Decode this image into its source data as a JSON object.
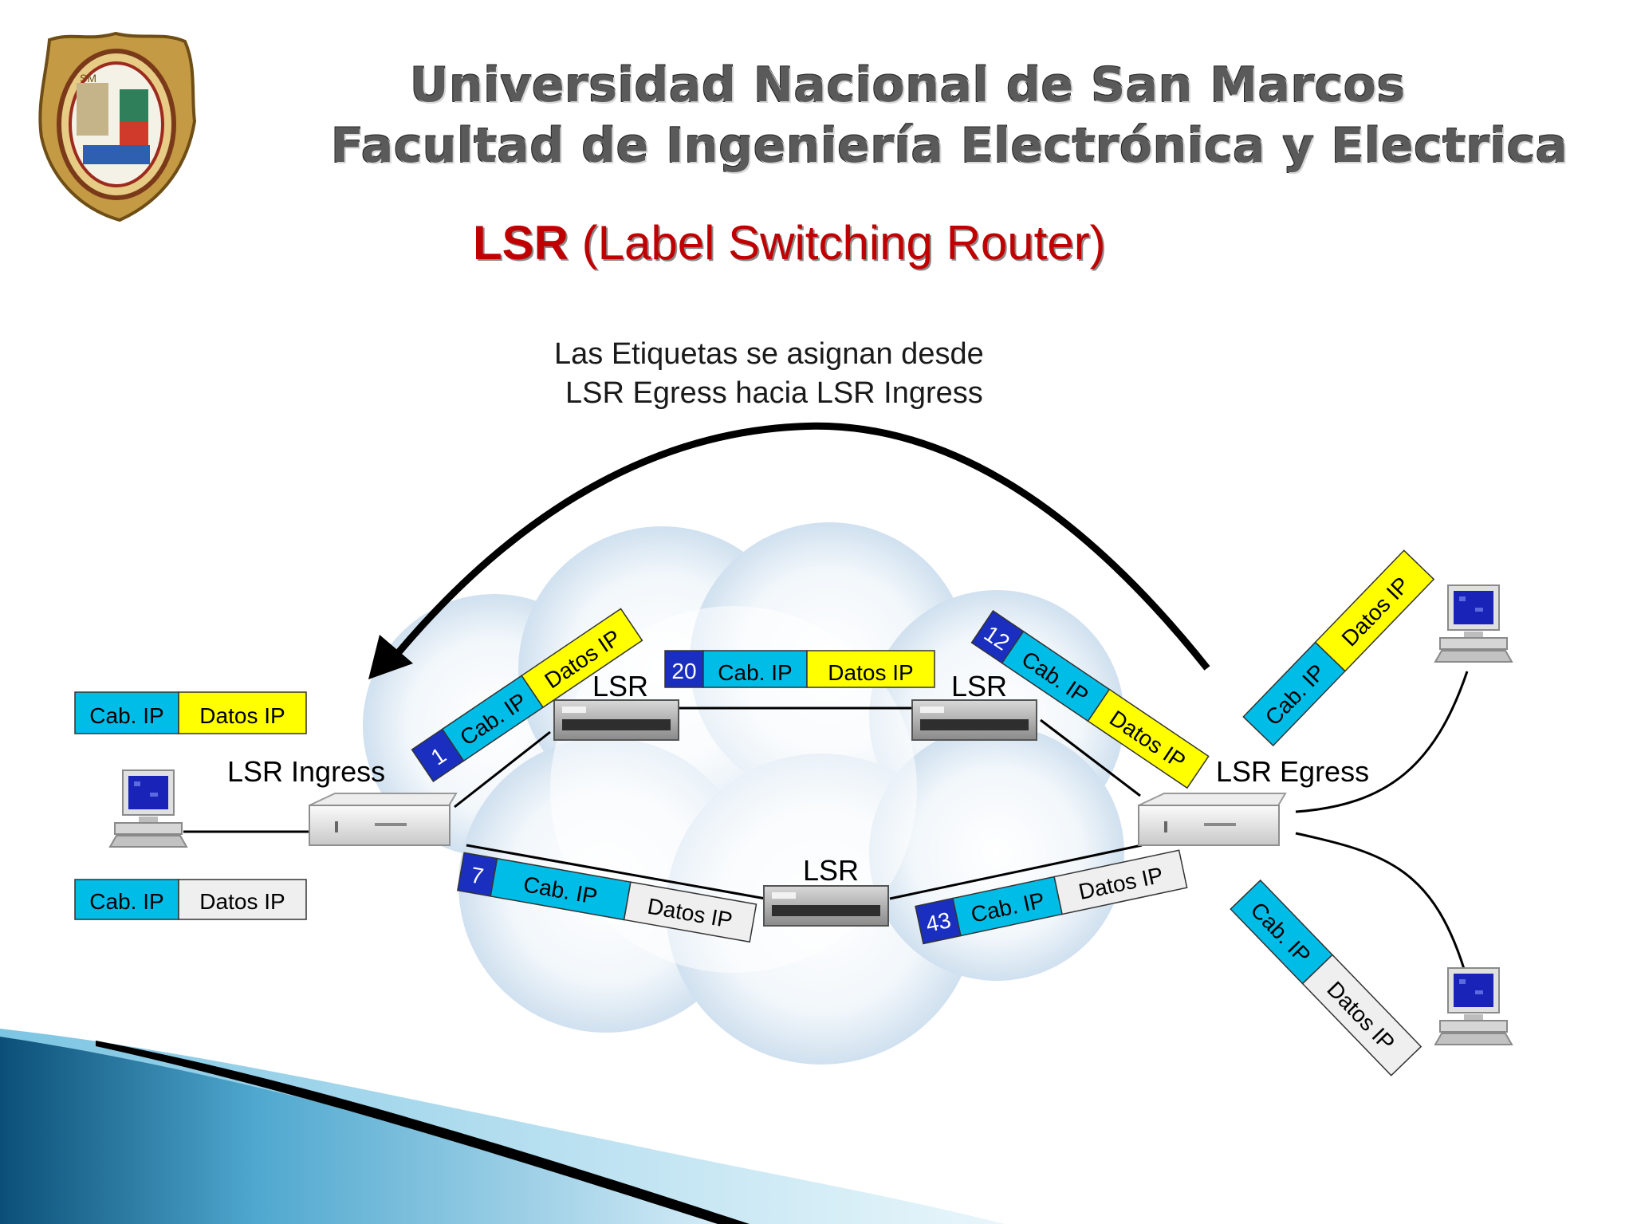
{
  "header": {
    "university": "Universidad Nacional de San Marcos",
    "faculty": "Facultad de Ingeniería Electrónica y Electrica"
  },
  "slide_title": {
    "abbr": "LSR",
    "full": " (Label Switching Router)"
  },
  "note": {
    "line1": "Las Etiquetas se asignan desde",
    "line2": "LSR Egress hacia LSR Ingress"
  },
  "nodes": {
    "ingress": "LSR Ingress",
    "egress": "LSR Egress",
    "lsr_top_left": "LSR",
    "lsr_top_right": "LSR",
    "lsr_bottom": "LSR"
  },
  "packets": {
    "p1": {
      "label": "1",
      "header": "Cab. IP",
      "payload": "Datos IP"
    },
    "p20": {
      "label": "20",
      "header": "Cab. IP",
      "payload": "Datos IP"
    },
    "p12": {
      "label": "12",
      "header": "Cab. IP",
      "payload": "Datos IP"
    },
    "p7": {
      "label": "7",
      "header": "Cab. IP",
      "payload": "Datos IP"
    },
    "p43": {
      "label": "43",
      "header": "Cab. IP",
      "payload": "Datos IP"
    },
    "left_top": {
      "header": "Cab. IP",
      "payload": "Datos IP"
    },
    "left_bottom": {
      "header": "Cab. IP",
      "payload": "Datos IP"
    },
    "right_top": {
      "header": "Cab. IP",
      "payload": "Datos IP"
    },
    "right_bottom": {
      "header": "Cab. IP",
      "payload": "Datos IP"
    }
  },
  "colors": {
    "label_blue": "#1a2fc0",
    "header_cyan": "#00bde8",
    "payload_yellow": "#ffff00",
    "payload_gray": "#efefef",
    "title_red": "#c00000"
  }
}
